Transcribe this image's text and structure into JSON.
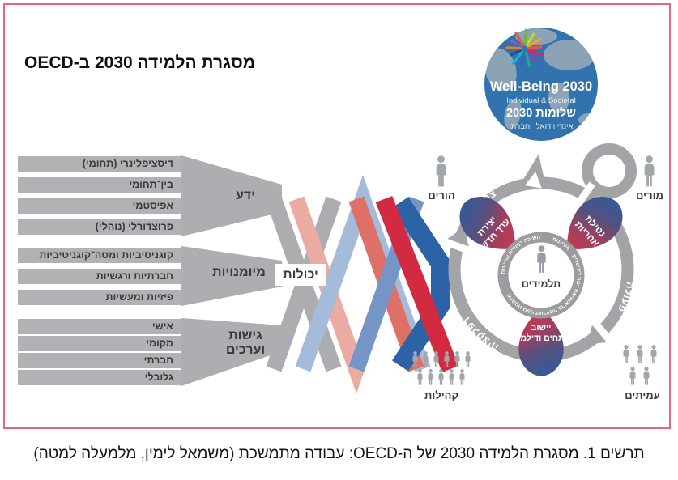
{
  "title": "מסגרת הלמידה 2030 ב-OECD",
  "logo": {
    "line1": "Well-Being 2030",
    "line2": "Individual & Societal",
    "line3": "שלומות 2030",
    "line4": "אינדיווידואלי וחברתי"
  },
  "groups": [
    {
      "label": "ידע",
      "items": [
        "דיסציפלינרי (תחומי)",
        "בין־תחומי",
        "אפיסטמי",
        "פרוצדורלי (נוהלי)"
      ]
    },
    {
      "label": "מיומנויות",
      "items": [
        "קוגניטיביות ומטה־קוגניטיביות",
        "חברתיות ורגשיות",
        "פיזיות ומעשיות"
      ]
    },
    {
      "label": "גישות וערכים",
      "items": [
        "אישי",
        "מקומי",
        "חברתי",
        "גלובלי"
      ]
    }
  ],
  "braid_label": "יכולות",
  "cycle": {
    "stages": [
      "צפייה",
      "פעולה",
      "רפלקציה"
    ]
  },
  "petals": {
    "left": {
      "label": "יצירת ערך חדש",
      "line1": "יצירת",
      "line2": "ערך חדש"
    },
    "right": {
      "label": "נטילת אחריות",
      "line1": "נטילת",
      "line2": "אחריות"
    },
    "bottom": {
      "label": "יישוב מתחים ודילמות",
      "line1": "יישוב",
      "line2": "מתחים ודילמות"
    }
  },
  "center": {
    "label": "תלמידים",
    "ring_items": [
      "אוריינות נתונים",
      "חשיבה כמותית",
      "אוריינות",
      "אוריינות דיגיטלית",
      "אוריינות בריאותית",
      "מיומנות גופנית"
    ]
  },
  "actors": {
    "parents": {
      "label": "הורים"
    },
    "teachers": {
      "label": "מורים"
    },
    "communities": {
      "label": "קהילות"
    },
    "peers": {
      "label": "עמיתים"
    }
  },
  "caption": "תרשים 1. מסגרת הלמידה 2030 של ה-OECD: עבודה מתמשכת (משמאל לימין, מלמעלה למטה)",
  "colors": {
    "border_pink": "#e4697b",
    "bar_gray": "#b2b2b6",
    "ring_gray": "#a4a4a8",
    "accent_blue": "#2b63a6",
    "accent_red": "#d22a40",
    "globe_blue": "#3173ae"
  }
}
